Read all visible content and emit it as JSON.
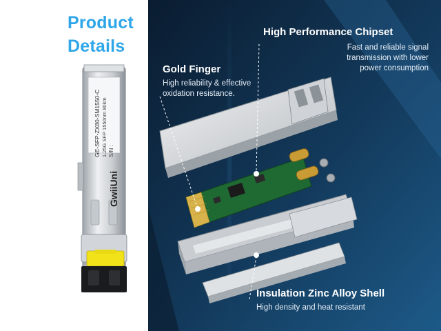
{
  "header": {
    "title_line1": "Product",
    "title_line2": "Details"
  },
  "module": {
    "brand": "GwiiUni",
    "label_lines": [
      "GE-SFP-ZX80-SM1550-C",
      "1.25G SFP 1550nm 80km",
      "S/N :"
    ]
  },
  "features": {
    "chipset": {
      "heading": "High Performance Chipset",
      "description_lines": [
        "Fast and reliable signal",
        "transmission with lower",
        "power consumption"
      ]
    },
    "gold_finger": {
      "heading": "Gold Finger",
      "description_lines": [
        "High reliability & effective",
        "oxidation resistance."
      ]
    },
    "shell": {
      "heading": "Insulation Zinc Alloy Shell",
      "description": "High density and heat resistant"
    }
  },
  "colors": {
    "title": "#2fa6e8",
    "panel_dark": "#0b2036",
    "panel_mid": "#1c4f78",
    "pcb_green": "#1f6a33",
    "gold": "#d8b24a",
    "latch_yellow": "#f2e21a"
  }
}
